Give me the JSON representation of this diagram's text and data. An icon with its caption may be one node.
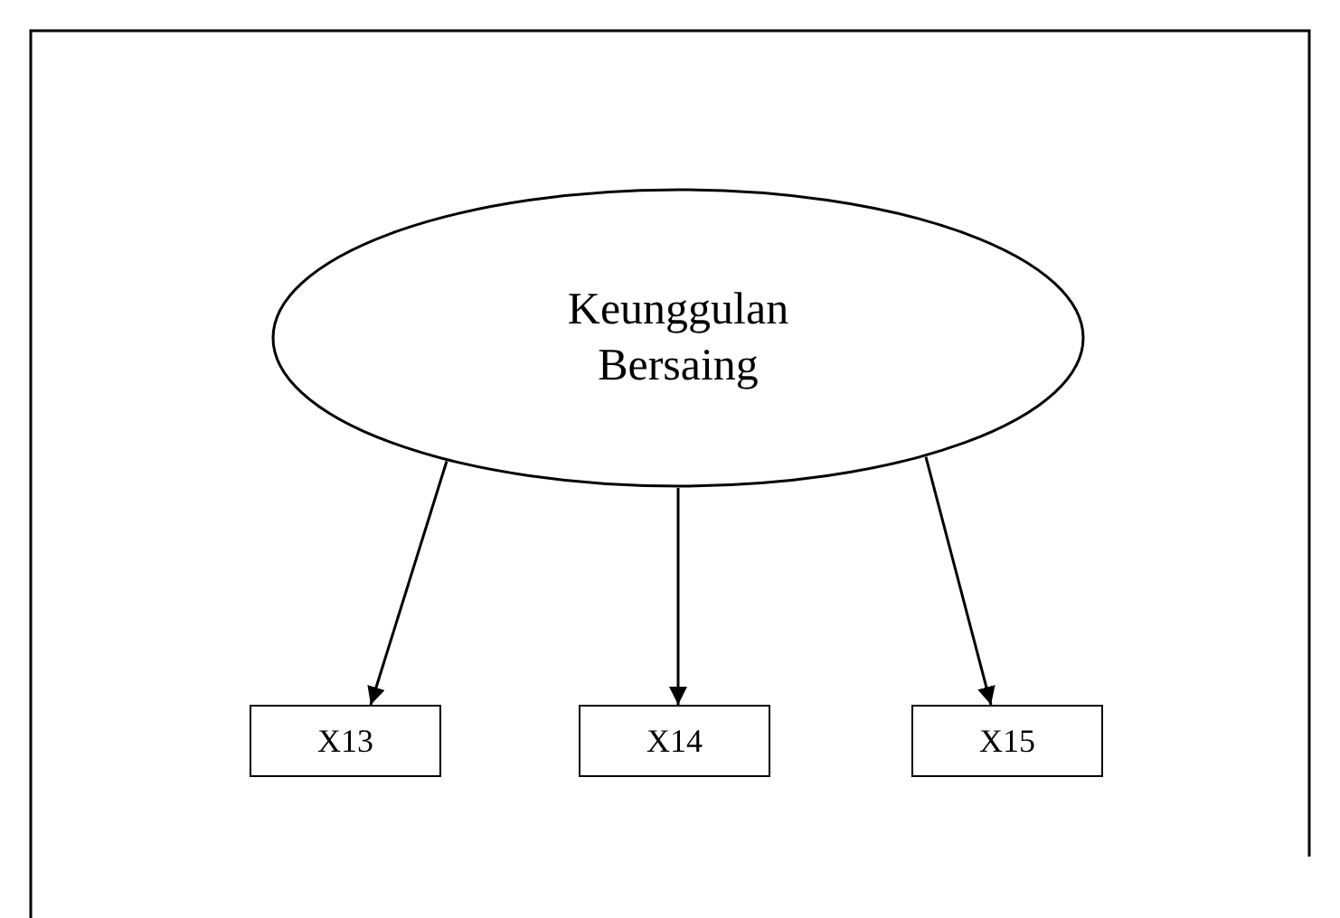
{
  "diagram": {
    "nodes": [
      {
        "text": [
          "Keunggulan Bersaing"
        ]
      },
      {
        "text": [
          "X13"
        ]
      },
      {
        "text": [
          "X14"
        ]
      },
      {
        "text": [
          "X15"
        ]
      }
    ],
    "edges": [
      {
        "from": 0,
        "to": 1,
        "arrow": "to"
      },
      {
        "from": 0,
        "to": 2,
        "arrow": "to"
      },
      {
        "from": 0,
        "to": 3,
        "arrow": "to"
      }
    ]
  }
}
